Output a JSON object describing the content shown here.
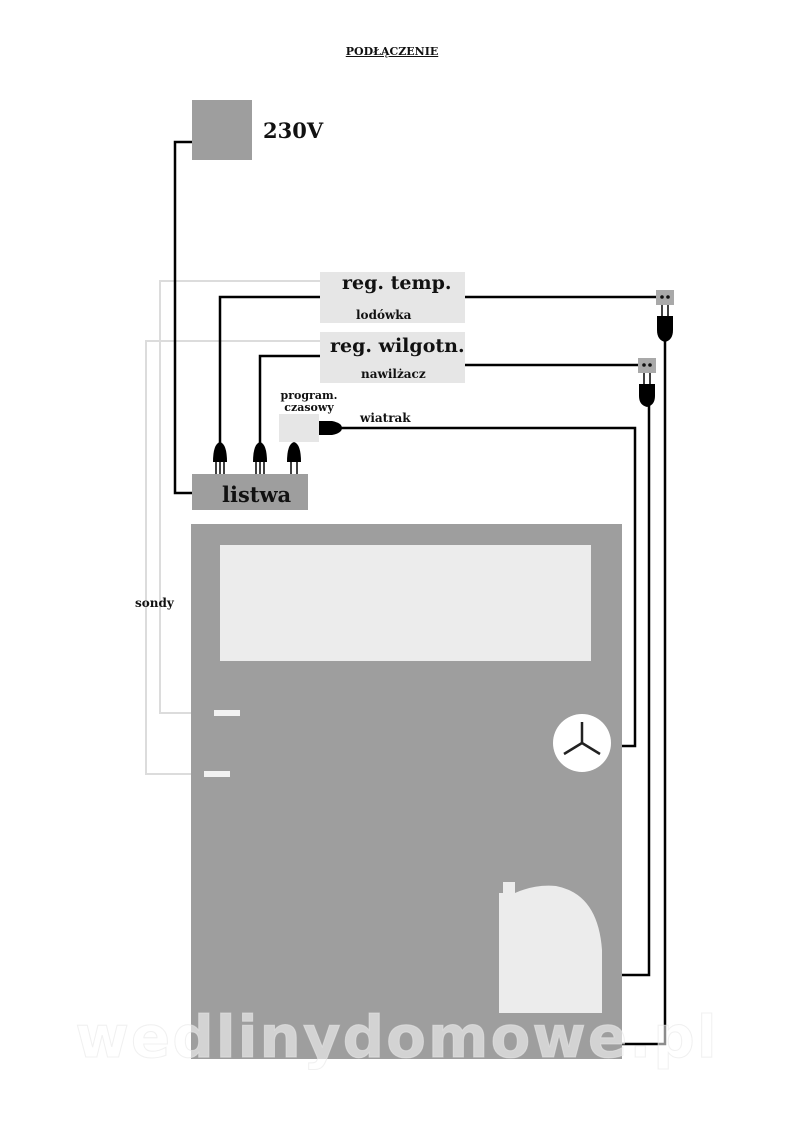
{
  "title": "PODŁĄCZENIE",
  "labels": {
    "power": "230V",
    "temp_regulator": "reg. temp.",
    "fridge": "lodówka",
    "humidity_regulator": "reg. wilgotn.",
    "humidifier": "nawilżacz",
    "timer_line1": "program.",
    "timer_line2": "czasowy",
    "fan": "wiatrak",
    "power_strip": "listwa",
    "probes": "sondy"
  },
  "watermark": "wedlinydomowe.pl",
  "colors": {
    "box_gray": "#9e9e9e",
    "label_bg": "#e6e6e6",
    "wire": "#000000",
    "probe_wire": "#dddddd"
  }
}
